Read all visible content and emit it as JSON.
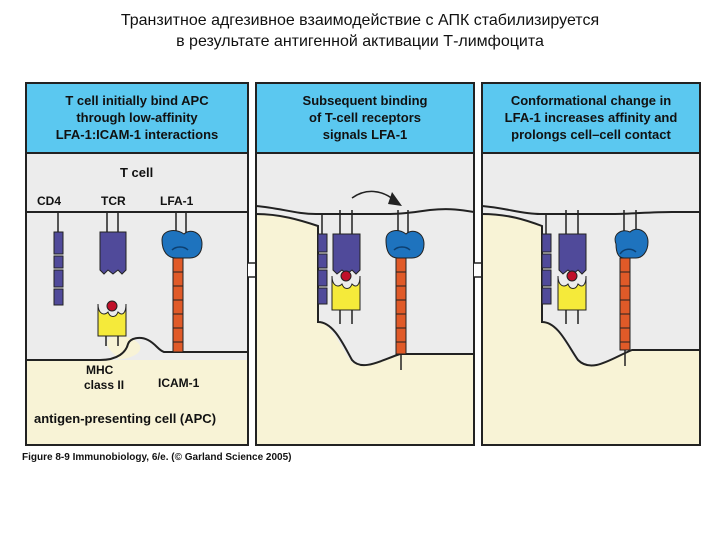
{
  "title": {
    "line1": "Транзитное адгезивное взаимодействие с АПК стабилизируется",
    "line2": "в результате антигенной активации Т-лимфоцита"
  },
  "panels": [
    {
      "header": [
        "T cell initially bind APC",
        "through low-affinity",
        "LFA-1:ICAM-1 interactions"
      ]
    },
    {
      "header": [
        "Subsequent binding",
        "of T-cell receptors",
        "signals LFA-1"
      ]
    },
    {
      "header": [
        "Conformational change in",
        "LFA-1 increases affinity and",
        "prolongs cell–cell contact"
      ]
    }
  ],
  "labels": {
    "t_cell": "T cell",
    "cd4": "CD4",
    "tcr": "TCR",
    "lfa1": "LFA-1",
    "mhc_line1": "MHC",
    "mhc_line2": "class II",
    "icam1": "ICAM-1",
    "apc": "antigen-presenting cell (APC)"
  },
  "caption": {
    "figure": "Figure 8-9",
    "source": "Immunobiology, 6/e. (© Garland Science 2005)"
  },
  "colors": {
    "header_blue": "#5bc8f0",
    "tcell_gray": "#ececec",
    "apc_cream": "#f8f3d6",
    "cd4_purple": "#504a9a",
    "lfa_blue": "#1e73be",
    "icam_orange": "#e05a28",
    "mhc_yellow": "#f5ea3a",
    "peptide_red": "#c0102a",
    "border": "#222222"
  }
}
